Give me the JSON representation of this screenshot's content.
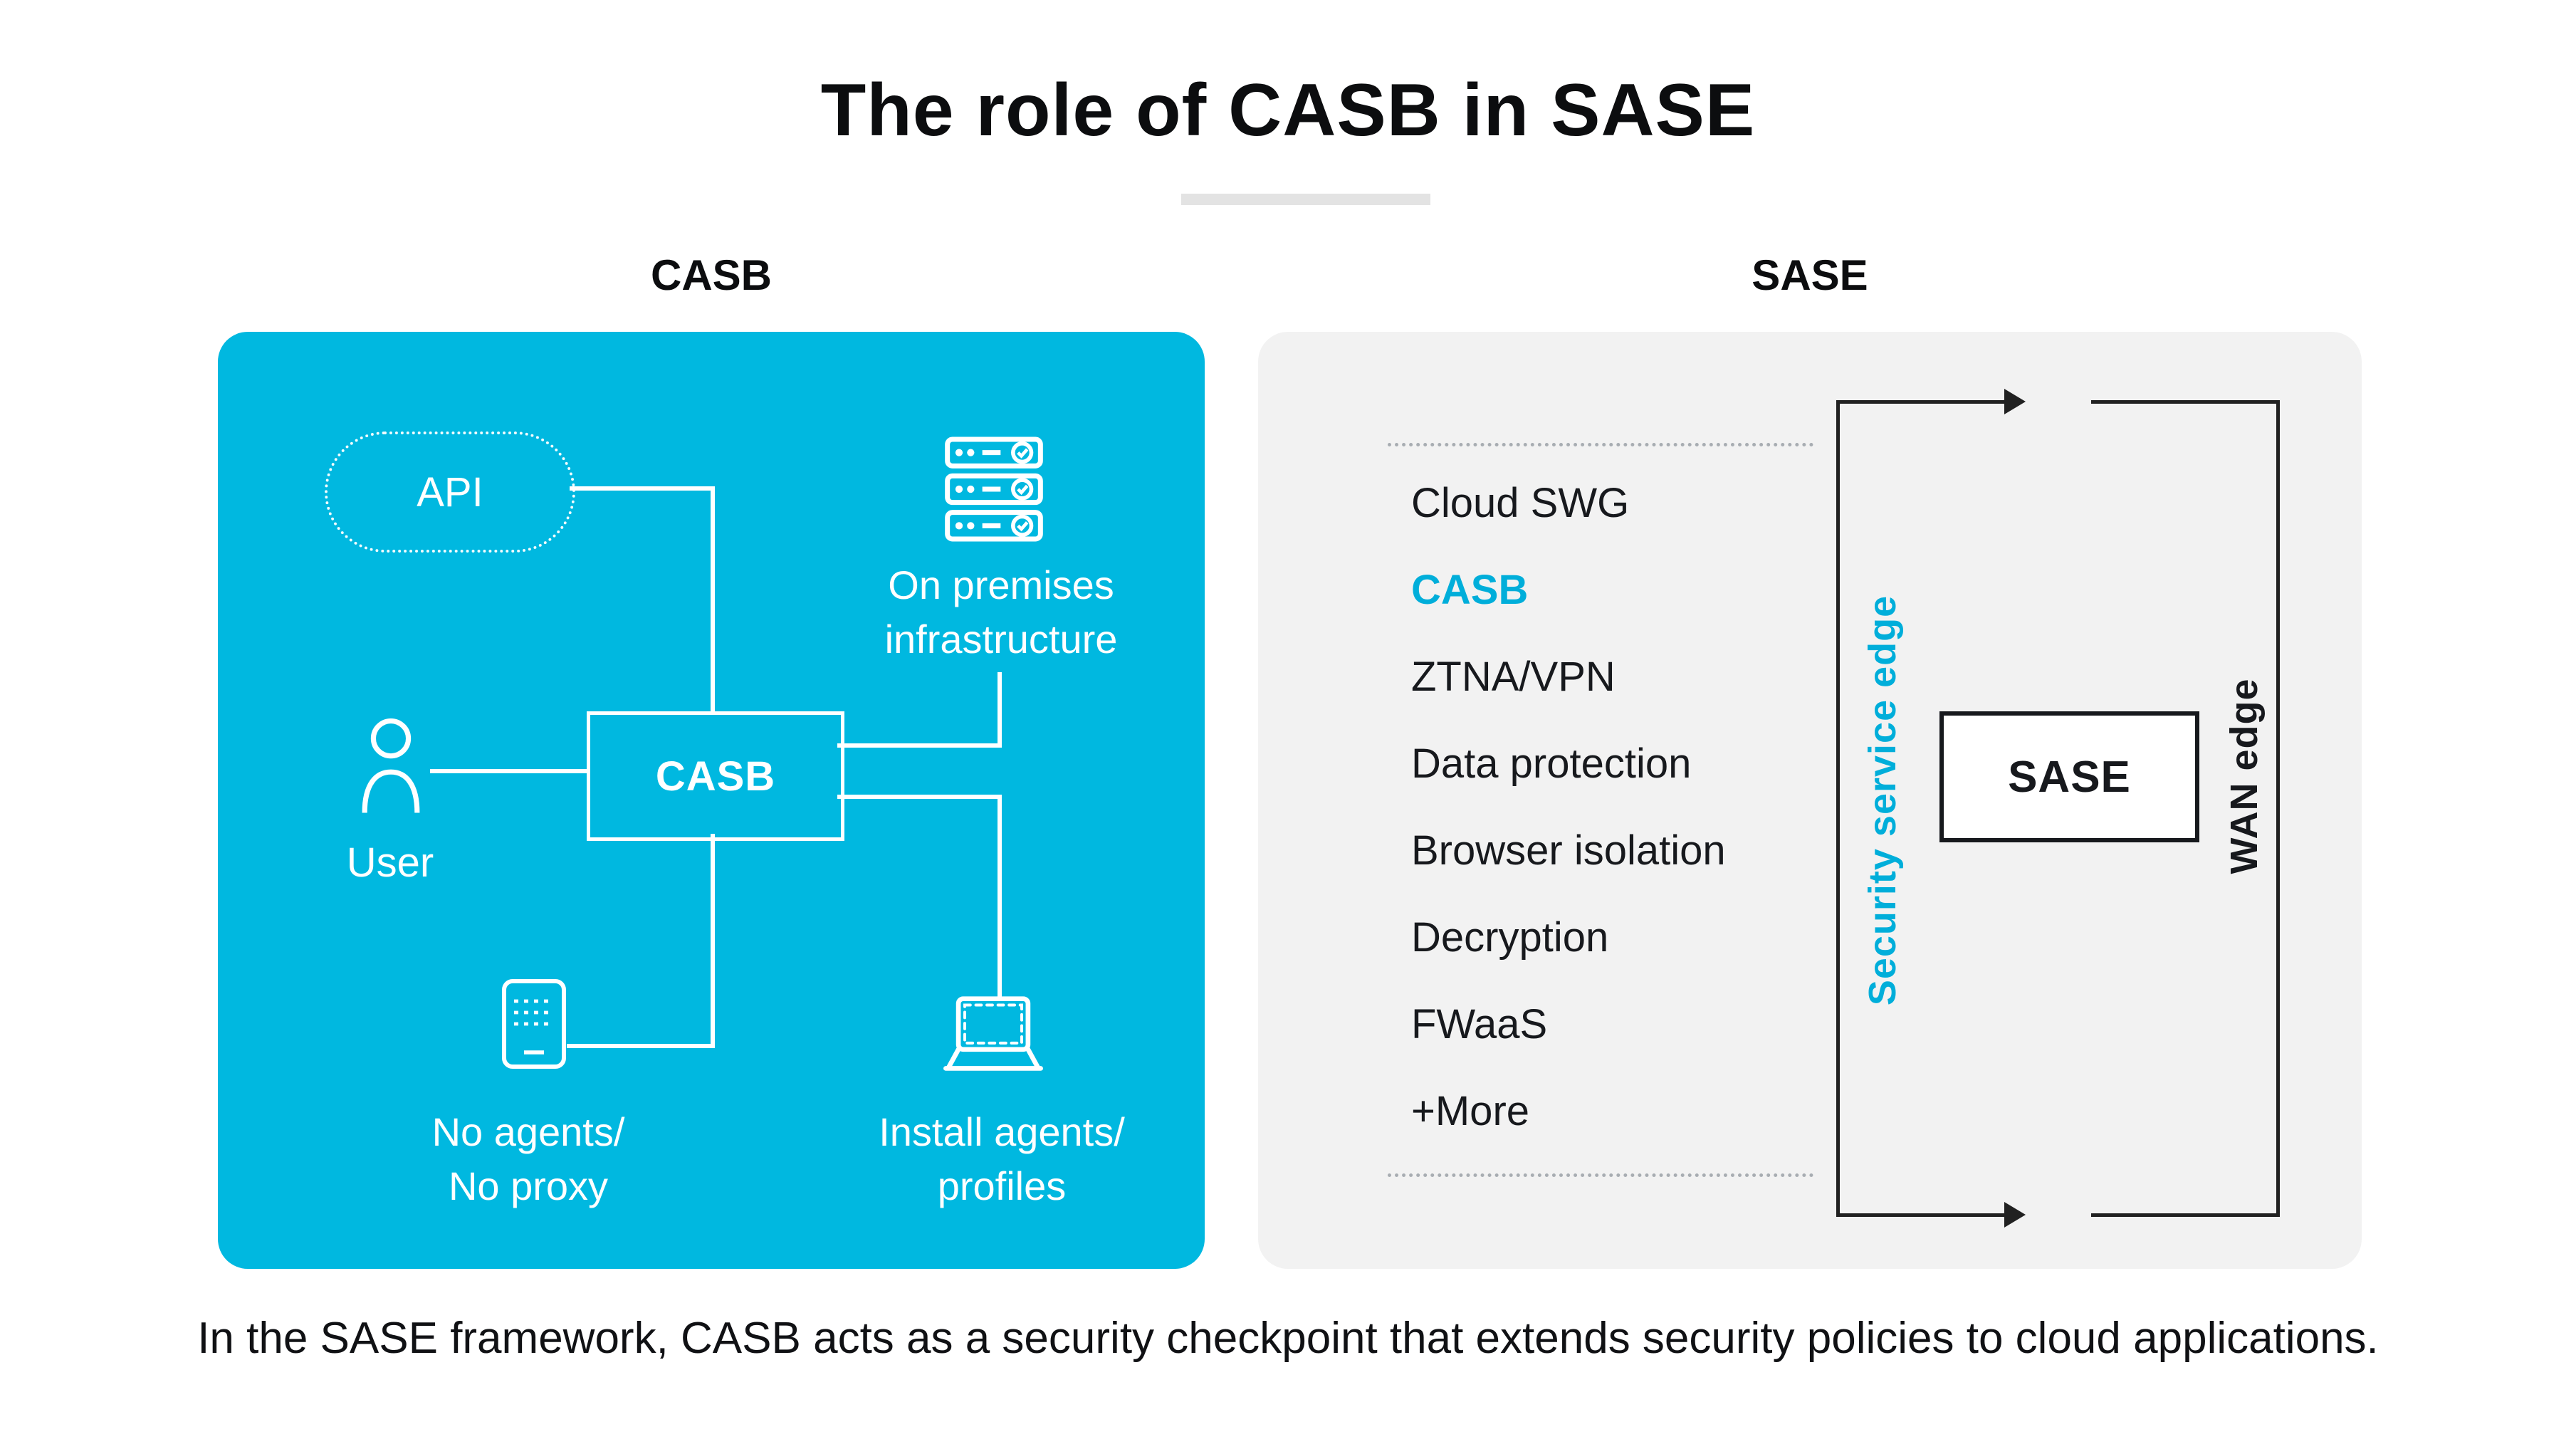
{
  "title": "The role of CASB in SASE",
  "caption": "In the SASE framework, CASB acts as a security checkpoint that extends security policies to cloud applications.",
  "left_panel": {
    "label": "CASB",
    "api_label": "API",
    "on_premises": "On premises\ninfrastructure",
    "user_label": "User",
    "casb_box_label": "CASB",
    "no_agents": "No agents/\nNo proxy",
    "install_agents": "Install agents/\nprofiles"
  },
  "right_panel": {
    "label": "SASE",
    "services": [
      "Cloud SWG",
      "CASB",
      "ZTNA/VPN",
      "Data protection",
      "Browser isolation",
      "Decryption",
      "FWaaS",
      "+More"
    ],
    "highlighted_service": "CASB",
    "security_service_edge_label": "Security service edge",
    "sase_box_label": "SASE",
    "wan_edge_label": "WAN edge"
  },
  "colors": {
    "accent_cyan": "#00b8e0",
    "panel_gray": "#f2f2f2",
    "line_black": "#212121",
    "underline_gray": "#e3e3e3"
  }
}
